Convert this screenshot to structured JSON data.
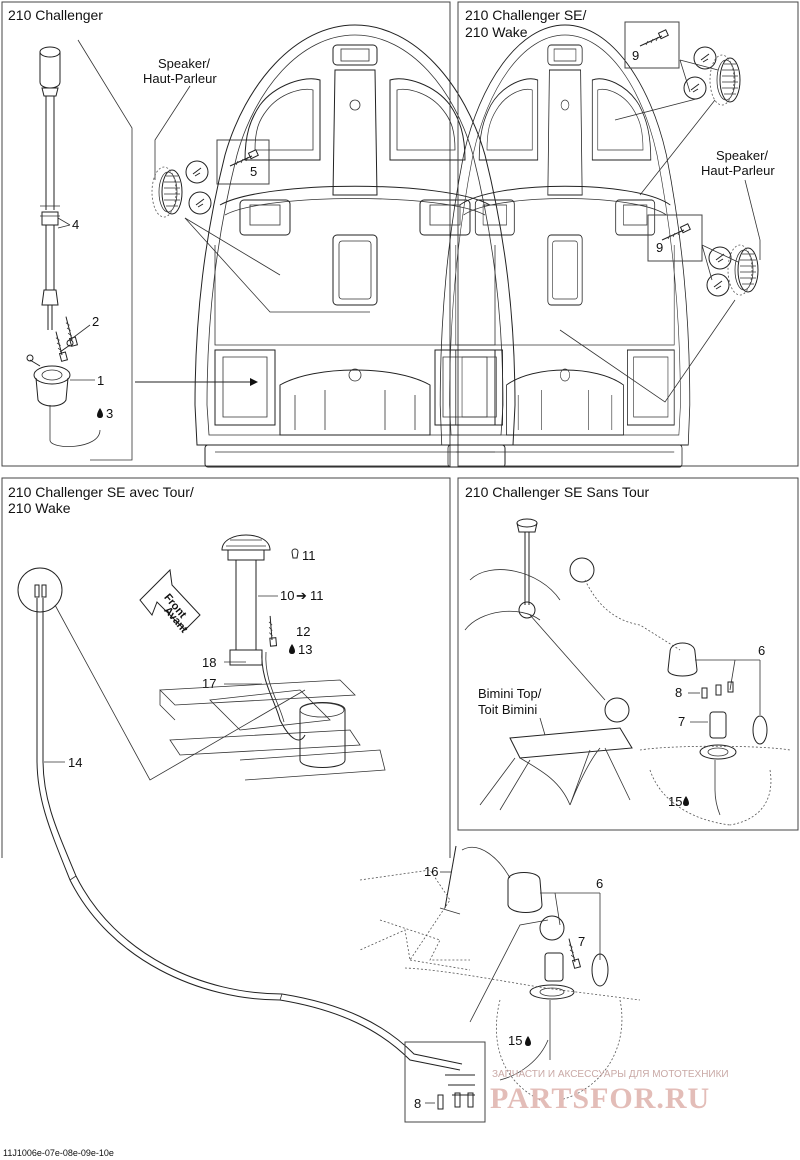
{
  "panels": {
    "p1": {
      "title": "210 Challenger"
    },
    "p2": {
      "title_line1": "210 Challenger SE/",
      "title_line2": "210 Wake"
    },
    "p3": {
      "title_line1": "210 Challenger SE avec Tour/",
      "title_line2": "210 Wake"
    },
    "p4": {
      "title": "210 Challenger SE Sans Tour"
    }
  },
  "labels": {
    "speaker1_l1": "Speaker/",
    "speaker1_l2": "Haut-Parleur",
    "speaker2_l1": "Speaker/",
    "speaker2_l2": "Haut-Parleur",
    "bimini_l1": "Bimini Top/",
    "bimini_l2": "Toit Bimini",
    "front_l1": "Front",
    "front_l2": "Avant"
  },
  "callouts": {
    "c1": "1",
    "c2": "2",
    "c3": "3",
    "c4": "4",
    "c5": "5",
    "c6a": "6",
    "c6b": "6",
    "c7a": "7",
    "c7b": "7",
    "c8a": "8",
    "c8b": "8",
    "c9a": "9",
    "c9b": "9",
    "c10": "10",
    "c11a": "11",
    "c11b": "11",
    "c12": "12",
    "c13": "13",
    "c14": "14",
    "c15a": "15",
    "c15b": "15",
    "c16": "16",
    "c17": "17",
    "c18": "18"
  },
  "footer": {
    "code": "11J1006e-07e-08e-09e-10e"
  },
  "watermark": {
    "line1": "ЗАПЧАСТИ И АКСЕССУАРЫ ДЛЯ МОТОТЕХНИКИ",
    "line2": "PARTSFOR.RU"
  }
}
